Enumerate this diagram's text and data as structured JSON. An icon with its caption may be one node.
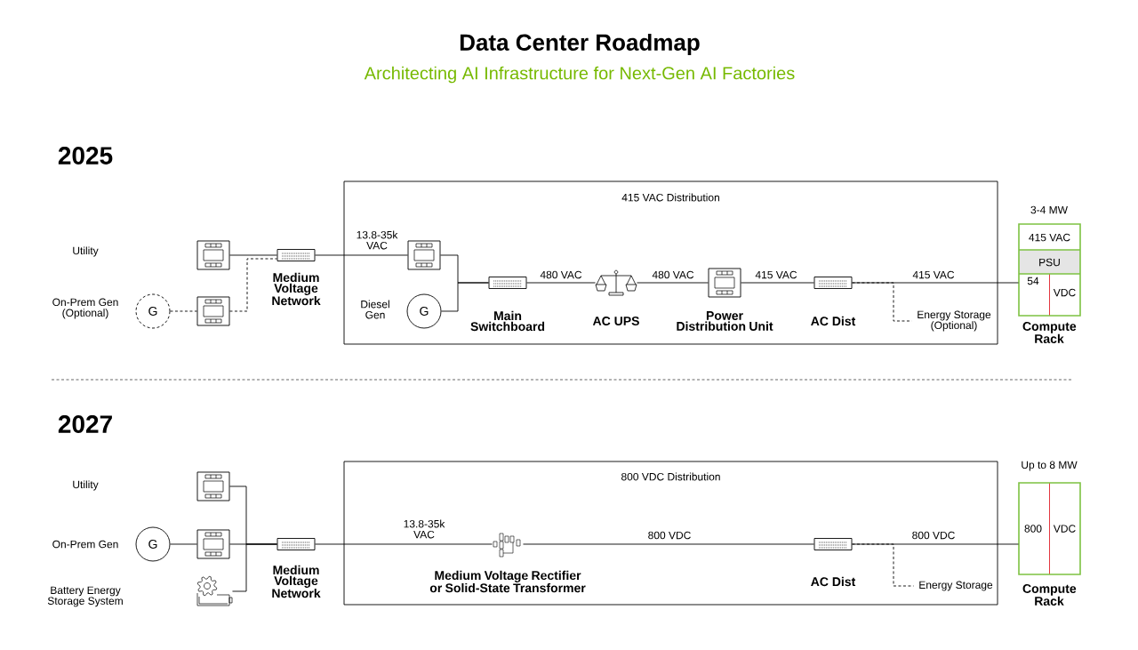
{
  "diagram": {
    "title": "Data Center Roadmap",
    "nodes": [
      {
        "text": [
          "415 VAC Distribution"
        ]
      },
      {
        "text": [],
        "shape": "switchgear"
      },
      {
        "text": [
          "G"
        ],
        "beside": [
          "On-Prem Gen (Optional)"
        ]
      },
      {
        "text": [],
        "shape": "switchgear"
      },
      {
        "text": [],
        "shape": "switch",
        "beside": [
          "Medium Voltage Network"
        ]
      },
      {
        "text": [],
        "shape": "switchgear",
        "in": 0
      },
      {
        "text": [
          "G"
        ],
        "beside": [
          "Diesel Gen"
        ],
        "in": 0
      },
      {
        "text": [],
        "shape": "switch",
        "beside": [
          "Main Switchboard"
        ],
        "in": 0
      },
      {
        "text": [],
        "shape": "scale",
        "beside": [
          "AC UPS"
        ],
        "in": 0
      },
      {
        "text": [],
        "shape": "switchgear",
        "beside": [
          "Power Distribution Unit"
        ],
        "in": 0
      },
      {
        "text": [],
        "shape": "switch",
        "beside": [
          "AC Dist"
        ],
        "in": 0
      },
      {
        "text": [
          "Energy Storage (Optional)"
        ],
        "in": 0
      },
      {
        "text": [
          "415 VAC",
          "PSU",
          "54",
          "VDC"
        ],
        "beside": [
          "3-4 MW",
          "Compute Rack"
        ]
      },
      {
        "text": [
          "800 VDC Distribution"
        ]
      },
      {
        "text": [],
        "shape": "switchgear"
      },
      {
        "text": [
          "G"
        ],
        "beside": [
          "On-Prem Gen"
        ]
      },
      {
        "text": [],
        "shape": "switchgear"
      },
      {
        "text": [],
        "shape": "battery"
      },
      {
        "text": [],
        "shape": "switch",
        "beside": [
          "Medium Voltage Network"
        ]
      },
      {
        "text": [],
        "shape": "rectifier",
        "beside": [
          "Medium Voltage Rectifier or Solid-State Transformer"
        ],
        "in": 13
      },
      {
        "text": [],
        "shape": "switch",
        "beside": [
          "AC Dist"
        ],
        "in": 13
      },
      {
        "text": [
          "Energy Storage"
        ],
        "in": 13
      },
      {
        "text": [
          "800",
          "VDC"
        ],
        "beside": [
          "Up to 8 MW",
          "Compute Rack"
        ]
      }
    ],
    "edges": [
      {
        "from": 1,
        "to": 4,
        "arrow": "none"
      },
      {
        "from": 2,
        "to": 3,
        "arrow": "none",
        "style": "dashed"
      },
      {
        "from": 3,
        "to": 4,
        "arrow": "none",
        "style": "dashed"
      },
      {
        "from": 4,
        "to": 5,
        "arrow": "none",
        "label": "13.8-35k VAC"
      },
      {
        "from": 5,
        "to": 7,
        "arrow": "none"
      },
      {
        "from": 6,
        "to": 7,
        "arrow": "none"
      },
      {
        "from": 7,
        "to": 8,
        "arrow": "none",
        "label": "480 VAC"
      },
      {
        "from": 8,
        "to": 9,
        "arrow": "none",
        "label": "480 VAC"
      },
      {
        "from": 9,
        "to": 10,
        "arrow": "none",
        "label": "415 VAC"
      },
      {
        "from": 10,
        "to": 12,
        "arrow": "none",
        "label": "415 VAC"
      },
      {
        "from": 10,
        "to": 11,
        "arrow": "none",
        "style": "dashed"
      },
      {
        "from": 14,
        "to": 18,
        "arrow": "none"
      },
      {
        "from": 15,
        "to": 16,
        "arrow": "none"
      },
      {
        "from": 16,
        "to": 18,
        "arrow": "none"
      },
      {
        "from": 17,
        "to": 18,
        "arrow": "none"
      },
      {
        "from": 18,
        "to": 19,
        "arrow": "none",
        "label": "13.8-35k VAC"
      },
      {
        "from": 19,
        "to": 20,
        "arrow": "none",
        "label": "800 VDC"
      },
      {
        "from": 20,
        "to": 22,
        "arrow": "none",
        "label": "800 VDC"
      },
      {
        "from": 20,
        "to": 21,
        "arrow": "none",
        "style": "dashed"
      }
    ],
    "labels": [
      "Architecting AI Infrastructure for Next-Gen AI Factories",
      "2025",
      "2027",
      "Utility",
      "Utility",
      "Battery Energy Storage System"
    ]
  }
}
